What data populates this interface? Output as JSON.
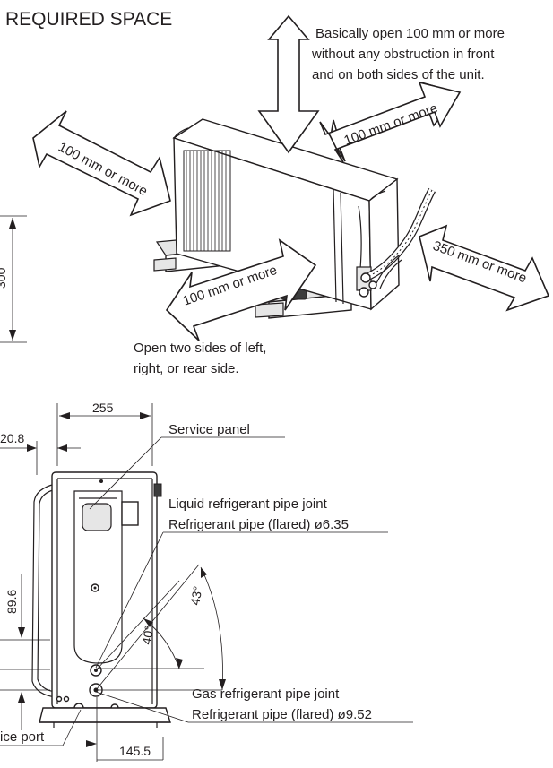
{
  "header": {
    "title": "REQUIRED SPACE"
  },
  "space": {
    "top_note": [
      "Basically open 100 mm or more",
      "without any obstruction in front",
      "and on both sides of the unit."
    ],
    "bottom_note": [
      "Open two sides of left,",
      "right, or rear side."
    ],
    "clearance_left": "100 mm or more",
    "clearance_right_upper": "100 mm or more",
    "clearance_front": "100 mm or more",
    "clearance_right": "350 mm or more",
    "height_dim": "300"
  },
  "side_view": {
    "width_dim": "255",
    "offset_dim": "20.8",
    "height_dim": "89.6",
    "bottom_dim": "145.5",
    "service_port_fragment": "ice port",
    "angle_1": "40°",
    "angle_2": "43°",
    "labels": {
      "service_panel": "Service panel",
      "liquid_joint": "Liquid refrigerant pipe joint",
      "liquid_pipe": "Refrigerant pipe (flared) ø6.35",
      "gas_joint": "Gas refrigerant pipe joint",
      "gas_pipe": "Refrigerant pipe (flared) ø9.52"
    }
  },
  "colors": {
    "ink": "#231f20",
    "fill": "#ffffff"
  }
}
